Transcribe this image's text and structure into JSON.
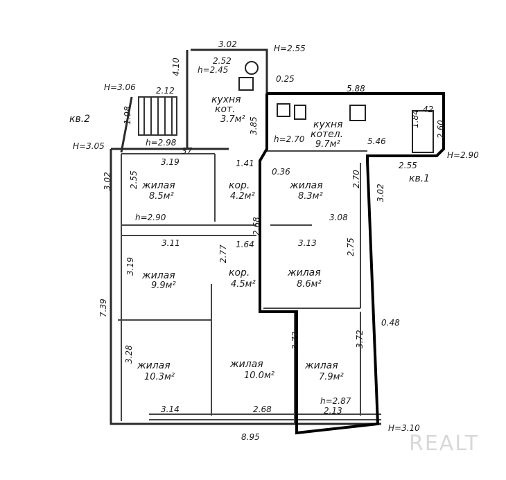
{
  "plan": {
    "labels": {
      "h_255": "H=2.55",
      "d_302_top": "3.02",
      "d_252": "2.52",
      "h_245": "h=2.45",
      "d_410": "4.10",
      "d_025": "0.25",
      "kitchen_kot": "кухня",
      "kitchen_kot2": "кот.",
      "area_37": "3.7м²",
      "d_385": "3.85",
      "d_588": "5.88",
      "d_184": "1.84",
      "d_042": "42",
      "d_260": "2.60",
      "kitchen_kotel": "кухня",
      "kitchen_kotel2": "котел.",
      "area_97": "9.7м²",
      "h_270": "h=2.70",
      "d_546": "5.46",
      "h_290_r": "H=2.90",
      "d_255": "2.55",
      "kv1": "кв.1",
      "h_306": "H=3.06",
      "d_212": "2.12",
      "d_198": "1.98",
      "kv2": "кв.2",
      "h_305": "H=3.05",
      "h_298": "h=2.98",
      "d_037": "37",
      "d_319": "3.19",
      "d_141": "1.41",
      "d_036": "0.36",
      "d_270": "2.70",
      "d_302_l": "3.02",
      "d_255_l": "2.55",
      "living_85": "жилая",
      "area_85": "8.5м²",
      "cor_1": "кор.",
      "area_42": "4.2м²",
      "d_268": "2.68",
      "living_83": "жилая",
      "area_83": "8.3м²",
      "d_302_r": "3.02",
      "h_290_l": "h=2.90",
      "d_308": "3.08",
      "d_311": "3.11",
      "d_164": "1.64",
      "d_313": "3.13",
      "d_277": "2.77",
      "d_275": "2.75",
      "d_319_b": "3.19",
      "living_99": "жилая",
      "area_99": "9.9м²",
      "cor_2": "кор.",
      "area_45": "4.5м²",
      "living_86": "жилая",
      "area_86": "8.6м²",
      "d_739": "7.39",
      "d_048": "0.48",
      "d_372_l": "3.72",
      "d_372_r": "3.72",
      "d_328": "3.28",
      "living_103": "жилая",
      "area_103": "10.3м²",
      "living_100": "жилая",
      "area_100": "10.0м²",
      "living_79": "жилая",
      "area_79": "7.9м²",
      "h_287": "h=2.87",
      "d_213": "2.13",
      "d_314": "3.14",
      "d_268_b": "2.68",
      "d_895": "8.95",
      "h_310": "H=3.10"
    },
    "watermark": "REALT"
  }
}
